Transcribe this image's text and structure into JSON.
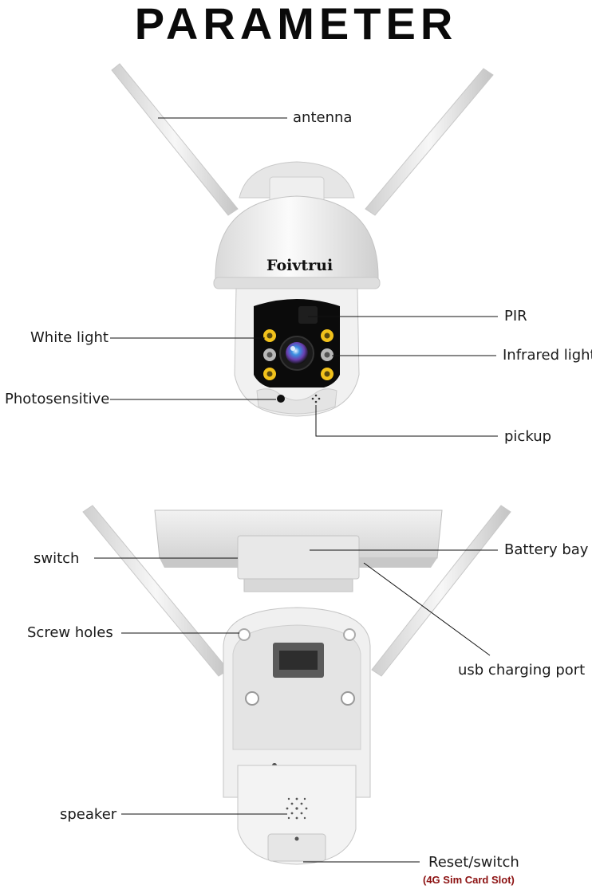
{
  "title": "PARAMETER",
  "brand": "Foivtrui",
  "labels": {
    "antenna": "antenna",
    "pir": "PIR",
    "white_light": "White light",
    "infrared_light": "Infrared light",
    "photosensitive": "Photosensitive",
    "pickup": "pickup",
    "switch": "switch",
    "battery_bay": "Battery bay",
    "screw_holes": "Screw holes",
    "usb_charging_port": "usb charging port",
    "speaker": "speaker",
    "reset_switch": "Reset/switch",
    "sim_slot": "(4G Sim Card Slot)"
  },
  "colors": {
    "body": "#f4f4f4",
    "shadow": "#d6d6d6",
    "lens_panel": "#0b0b0b",
    "white_led": "#f2c21b",
    "ir_led": "#b8b8b8",
    "sim_slot_text": "#8b1010"
  }
}
